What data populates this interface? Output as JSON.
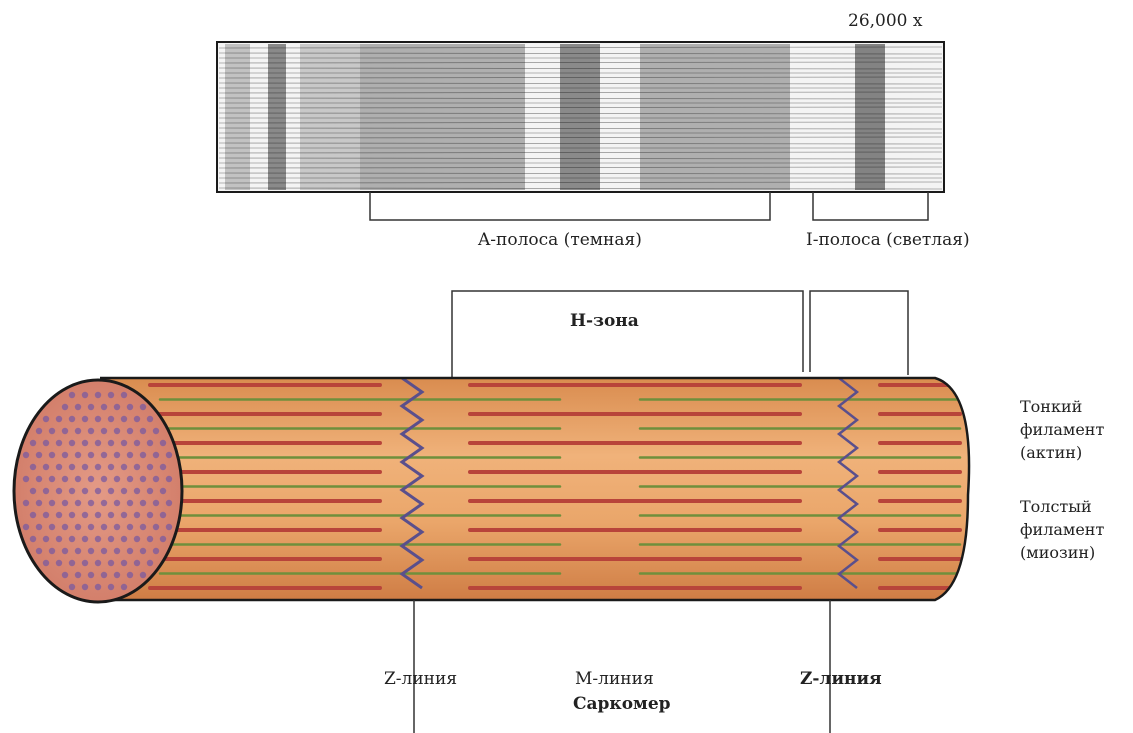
{
  "magnification": "26,000 x",
  "labels": {
    "a_band": "A-полоса (темная)",
    "i_band": "I-полоса (светлая)",
    "h_zone": "H-зона",
    "thin_filament": [
      "Тонкий",
      "филамент",
      "(актин)"
    ],
    "thick_filament": [
      "Толстый",
      "филамент",
      "(миозин)"
    ],
    "z_line_left": "Z-линия",
    "m_line": "M-линия",
    "sarcomere": "Саркомер",
    "z_line_right": "Z-линия"
  },
  "colors": {
    "fiber_body": "#e8a46a",
    "fiber_end": "#d9876e",
    "thick_filament": "#b8443a",
    "thin_filament": "#6f8f3c",
    "z_line": "#5a4f8c",
    "outline": "#1a1a1a"
  }
}
